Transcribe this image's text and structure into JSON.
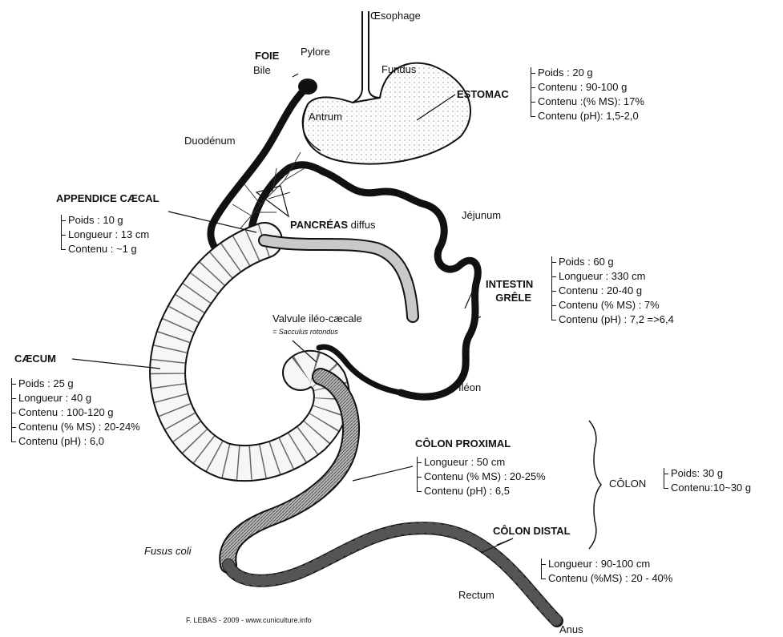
{
  "labels": {
    "oesophage": "Œsophage",
    "foie": "FOIE",
    "bile": "Bile",
    "pylore": "Pylore",
    "fundus": "Fundus",
    "estomac": "ESTOMAC",
    "antrum": "Antrum",
    "duodenum": "Duodénum",
    "appendice": "APPENDICE CÆCAL",
    "pancreas": "PANCRÉAS",
    "pancreas_suffix": "diffus",
    "jejunum": "Jéjunum",
    "intestin_line1": "INTESTIN",
    "intestin_line2": "GRÊLE",
    "valvule": "Valvule iléo-cæcale",
    "sacculus": "= Sacculus rotondus",
    "caecum": "CÆCUM",
    "ileon": "Iléon",
    "colon_proximal": "CÔLON PROXIMAL",
    "colon": "CÔLON",
    "colon_distal": "CÔLON DISTAL",
    "fusus_coli": "Fusus coli",
    "rectum": "Rectum",
    "anus": "Anus",
    "credit": "F. LEBAS - 2009 - www.cuniculture.info"
  },
  "estomac_props": [
    "Poids : 20 g",
    "Contenu : 90-100 g",
    "Contenu :(% MS): 17%",
    "Contenu (pH): 1,5-2,0"
  ],
  "appendice_props": [
    "Poids : 10 g",
    "Longueur : 13 cm",
    "Contenu : ~1 g"
  ],
  "intestin_props": [
    "Poids : 60 g",
    "Longueur : 330 cm",
    "Contenu : 20-40 g",
    "Contenu (% MS) : 7%",
    "Contenu (pH) : 7,2 =>6,4"
  ],
  "caecum_props": [
    "Poids : 25 g",
    "Longueur : 40 g",
    "Contenu : 100-120 g",
    "Contenu (% MS) : 20-24%",
    "Contenu (pH) : 6,0"
  ],
  "colon_proximal_props": [
    "Longueur : 50 cm",
    "Contenu (% MS) : 20-25%",
    "Contenu (pH) : 6,5"
  ],
  "colon_props": [
    "Poids: 30 g",
    "Contenu:10~30 g"
  ],
  "colon_distal_props": [
    "Longueur : 90-100 cm",
    "Contenu (%MS) : 20 - 40%"
  ],
  "colors": {
    "ink": "#111111",
    "stipple": "#8a8a8a",
    "fill_light": "#f4f4f4",
    "fill_colon": "#9a9a9a",
    "fill_dark": "#2a2a2a"
  }
}
